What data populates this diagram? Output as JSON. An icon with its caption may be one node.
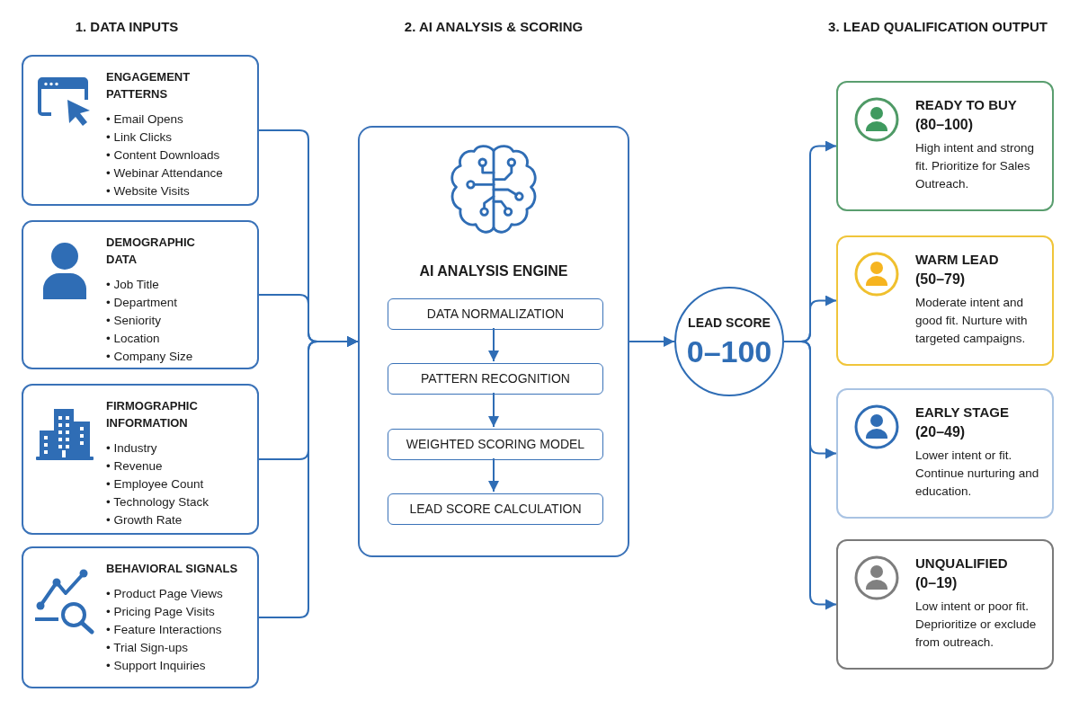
{
  "diagram": {
    "nodes": [
      {
        "text": [
          "ENGAGEMENT PATTERNS",
          "• Email Opens",
          "• Link Clicks",
          "• Content Downloads",
          "• Webinar Attendance",
          "• Website Visits"
        ]
      },
      {
        "text": [
          "DEMOGRAPHIC DATA",
          "• Job Title",
          "• Department",
          "• Seniority",
          "• Location",
          "• Company Size"
        ]
      },
      {
        "text": [
          "FIRMOGRAPHIC INFORMATION",
          "• Industry",
          "• Revenue",
          "• Employee Count",
          "• Technology Stack",
          "• Growth Rate"
        ]
      },
      {
        "text": [
          "BEHAVIORAL SIGNALS",
          "• Product Page Views",
          "• Pricing Page Visits",
          "• Feature Interactions",
          "• Trial Sign-ups",
          "• Support Inquiries"
        ]
      },
      {
        "text": [
          "AI ANALYSIS ENGINE"
        ]
      },
      {
        "text": [
          "DATA NORMALIZATION"
        ],
        "in": 4
      },
      {
        "text": [
          "PATTERN RECOGNITION"
        ],
        "in": 4
      },
      {
        "text": [
          "WEIGHTED SCORING MODEL"
        ],
        "in": 4
      },
      {
        "text": [
          "LEAD SCORE CALCULATION"
        ],
        "in": 4
      },
      {
        "text": [
          "LEAD SCORE",
          "0–100"
        ]
      },
      {
        "text": [
          "READY TO BUY",
          "(80–100)",
          "High intent and strong fit. Prioritize for Sales Outreach."
        ]
      },
      {
        "text": [
          "WARM LEAD",
          "(50–79)",
          "Moderate intent and good fit. Nurture with targeted campaigns."
        ]
      },
      {
        "text": [
          "EARLY STAGE",
          "(20–49)",
          "Lower intent or fit. Continue nurturing and education."
        ]
      },
      {
        "text": [
          "UNQUALIFIED",
          "(0–19)",
          "Low intent or poor fit. Deprioritize or exclude from outreach."
        ]
      }
    ],
    "edges": [
      {
        "from": 0,
        "to": 4,
        "arrow": "to"
      },
      {
        "from": 1,
        "to": 4,
        "arrow": "to"
      },
      {
        "from": 2,
        "to": 4,
        "arrow": "to"
      },
      {
        "from": 3,
        "to": 4,
        "arrow": "to"
      },
      {
        "from": 5,
        "to": 6,
        "arrow": "to"
      },
      {
        "from": 6,
        "to": 7,
        "arrow": "to"
      },
      {
        "from": 7,
        "to": 8,
        "arrow": "to"
      },
      {
        "from": 4,
        "to": 9,
        "arrow": "to"
      },
      {
        "from": 9,
        "to": 10,
        "arrow": "to"
      },
      {
        "from": 9,
        "to": 11,
        "arrow": "to"
      },
      {
        "from": 9,
        "to": 12,
        "arrow": "to"
      },
      {
        "from": 9,
        "to": 13,
        "arrow": "to"
      }
    ],
    "labels": [
      "1. DATA INPUTS",
      "2. AI ANALYSIS & SCORING",
      "3. LEAD QUALIFICATION OUTPUT"
    ]
  }
}
